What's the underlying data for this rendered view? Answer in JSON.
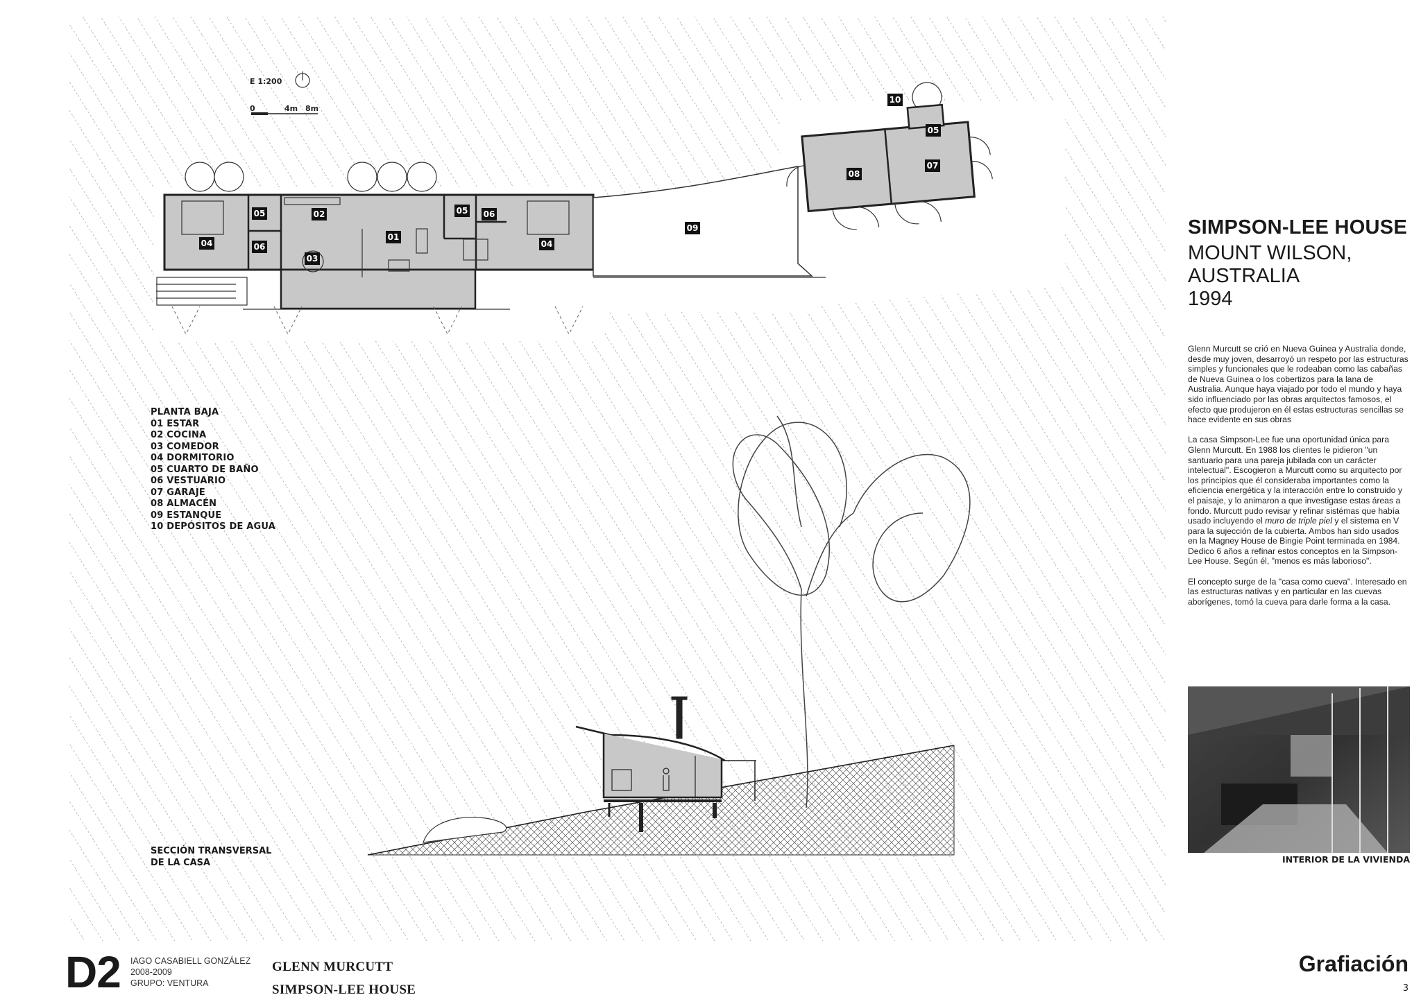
{
  "scale": {
    "ratio": "E 1:200",
    "ticks": [
      "0",
      "4m",
      "8m"
    ]
  },
  "plan_labels": [
    "01",
    "02",
    "03",
    "04",
    "04",
    "05",
    "05",
    "05",
    "06",
    "06",
    "07",
    "08",
    "09",
    "10"
  ],
  "legend": {
    "heading": "PLANTA BAJA",
    "items": [
      "01 ESTAR",
      "02 COCINA",
      "03 COMEDOR",
      "04 DORMITORIO",
      "05 CUARTO DE BAÑO",
      "06 VESTUARIO",
      "07 GARAJE",
      "08 ALMACÉN",
      "09 ESTANQUE",
      "10 DEPÓSITOS DE AGUA"
    ]
  },
  "section_caption": {
    "line1": "SECCIÓN TRANSVERSAL",
    "line2": "DE LA CASA"
  },
  "title": {
    "main": "SIMPSON-LEE HOUSE",
    "place1": "MOUNT WILSON,",
    "place2": "AUSTRALIA",
    "year": "1994"
  },
  "body": {
    "p1": "Glenn Murcutt se crió en Nueva Guinea y Australia donde, desde muy joven, desarroyó un respeto por las estructuras simples y funcionales que le rodeaban como las cabañas de Nueva Guinea o los cobertizos para la lana de Australia. Aunque haya viajado por todo el mundo y haya sido influenciado por las obras arquitectos famosos, el efecto que produjeron en él estas estructuras sencillas se hace evidente en sus obras",
    "p2a": "La casa Simpson-Lee fue una oportunidad única para Glenn Murcutt. En 1988 los clientes le pidieron \"un santuario para una pareja jubilada con un carácter intelectual\". Escogieron a Murcutt como su arquitecto por los principios que él consideraba importantes como la eficiencia energética y la interacción entre lo construido y el paisaje, y lo animaron a que investigase estas áreas a fondo. Murcutt pudo revisar y refinar sistémas que había usado incluyendo el ",
    "p2em": "muro de triple piel",
    "p2b": " y el sistema en V para la sujección de la cubierta. Ambos han sido usados en la Magney House de Bingie Point terminada en 1984. Dedico 6 años a refinar estos conceptos en la Simpson-Lee House. Según él, \"menos es más laborioso\".",
    "p3": "El concepto surge de la \"casa como cueva\". Interesado en las estructuras nativas y en particular en las cuevas aborígenes, tomó la cueva para darle forma a la casa."
  },
  "photo_caption": "INTERIOR DE LA VIVIENDA",
  "footer": {
    "code": "D2",
    "author": "IAGO CASABIELL GONZÁLEZ",
    "years": "2008-2009",
    "group": "GRUPO: VENTURA",
    "architect": "GLENN MURCUTT",
    "project": "SIMPSON-LEE HOUSE",
    "brand": "Grafiación",
    "page": "3"
  },
  "colors": {
    "room_fill": "#c8c8c8",
    "line": "#222222",
    "hatch": "#8a8a8a"
  }
}
